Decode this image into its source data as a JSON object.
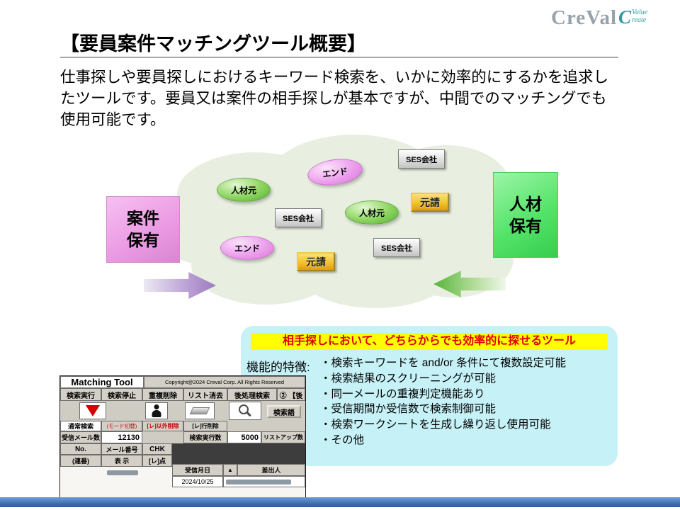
{
  "logo": {
    "name": "CreVal",
    "c": "C",
    "tag1": "Value",
    "tag2": "reate"
  },
  "header": {
    "title": "【要員案件マッチングツール概要】"
  },
  "intro": "仕事探しや要員探しにおけるキーワード検索を、いかに効率的にするかを追求し\nたツールです。要員又は案件の相手探しが基本ですが、中間でのマッチングでも\n使用可能です。",
  "diagram": {
    "left_box": "案件\n保有",
    "right_box": "人材\n保有",
    "nodes": [
      {
        "label": "人材元"
      },
      {
        "label": "エンド"
      },
      {
        "label": "SES会社"
      },
      {
        "label": "元請"
      },
      {
        "label": "人材元"
      },
      {
        "label": "SES会社"
      },
      {
        "label": "エンド"
      },
      {
        "label": "SES会社"
      },
      {
        "label": "元請"
      }
    ]
  },
  "features": {
    "headline": "相手探しにおいて、どちらからでも効率的に探せるツール",
    "label": "機能的特徴:",
    "items": [
      "・検索キーワードを and/or 条件にて複数設定可能",
      "・検索結果のスクリーニングが可能",
      "・同一メールの重複判定機能あり",
      "・受信期間か受信数で検索制御可能",
      "・検索ワークシートを生成し繰り返し使用可能",
      "・その他"
    ]
  },
  "tool": {
    "title": "Matching Tool",
    "copyright": "Copyright@2024 Creval Corp. All Rights Reserved",
    "btn_run": "検索実行",
    "btn_stop": "検索停止",
    "btn_dedup": "重複削除",
    "btn_clear": "リスト消去",
    "btn_post": "後処理検索",
    "btn_post2": "② 【後",
    "btn_word": "検索語",
    "mode_normal": "通常検索",
    "mode_switch": "(モード切替)",
    "del_other": "[レ]以外削除",
    "del_row": "[レ]行削除",
    "lbl_recv": "受信メール数",
    "val_recv": "12130",
    "lbl_exec": "検索実行数",
    "val_exec": "5000",
    "lbl_listup": "リストアップ数",
    "col_no": "No.",
    "col_mailno": "メール番号",
    "col_chk": "CHK",
    "col_seq": "(連番)",
    "col_disp": "表 示",
    "col_check": "[レ]点",
    "col_date": "受信月日",
    "sort": "▲",
    "col_sender": "差出人",
    "sample_date": "2024/10/25"
  },
  "colors": {
    "bottom_bar": "#3c69ae",
    "feature_bg": "#c6f1f7",
    "highlight_yellow": "#ffff00",
    "headline_red": "#e00000",
    "case_pink": "#ec9ce4",
    "hr_green": "#55e46a",
    "gold": "#f3c32e"
  }
}
